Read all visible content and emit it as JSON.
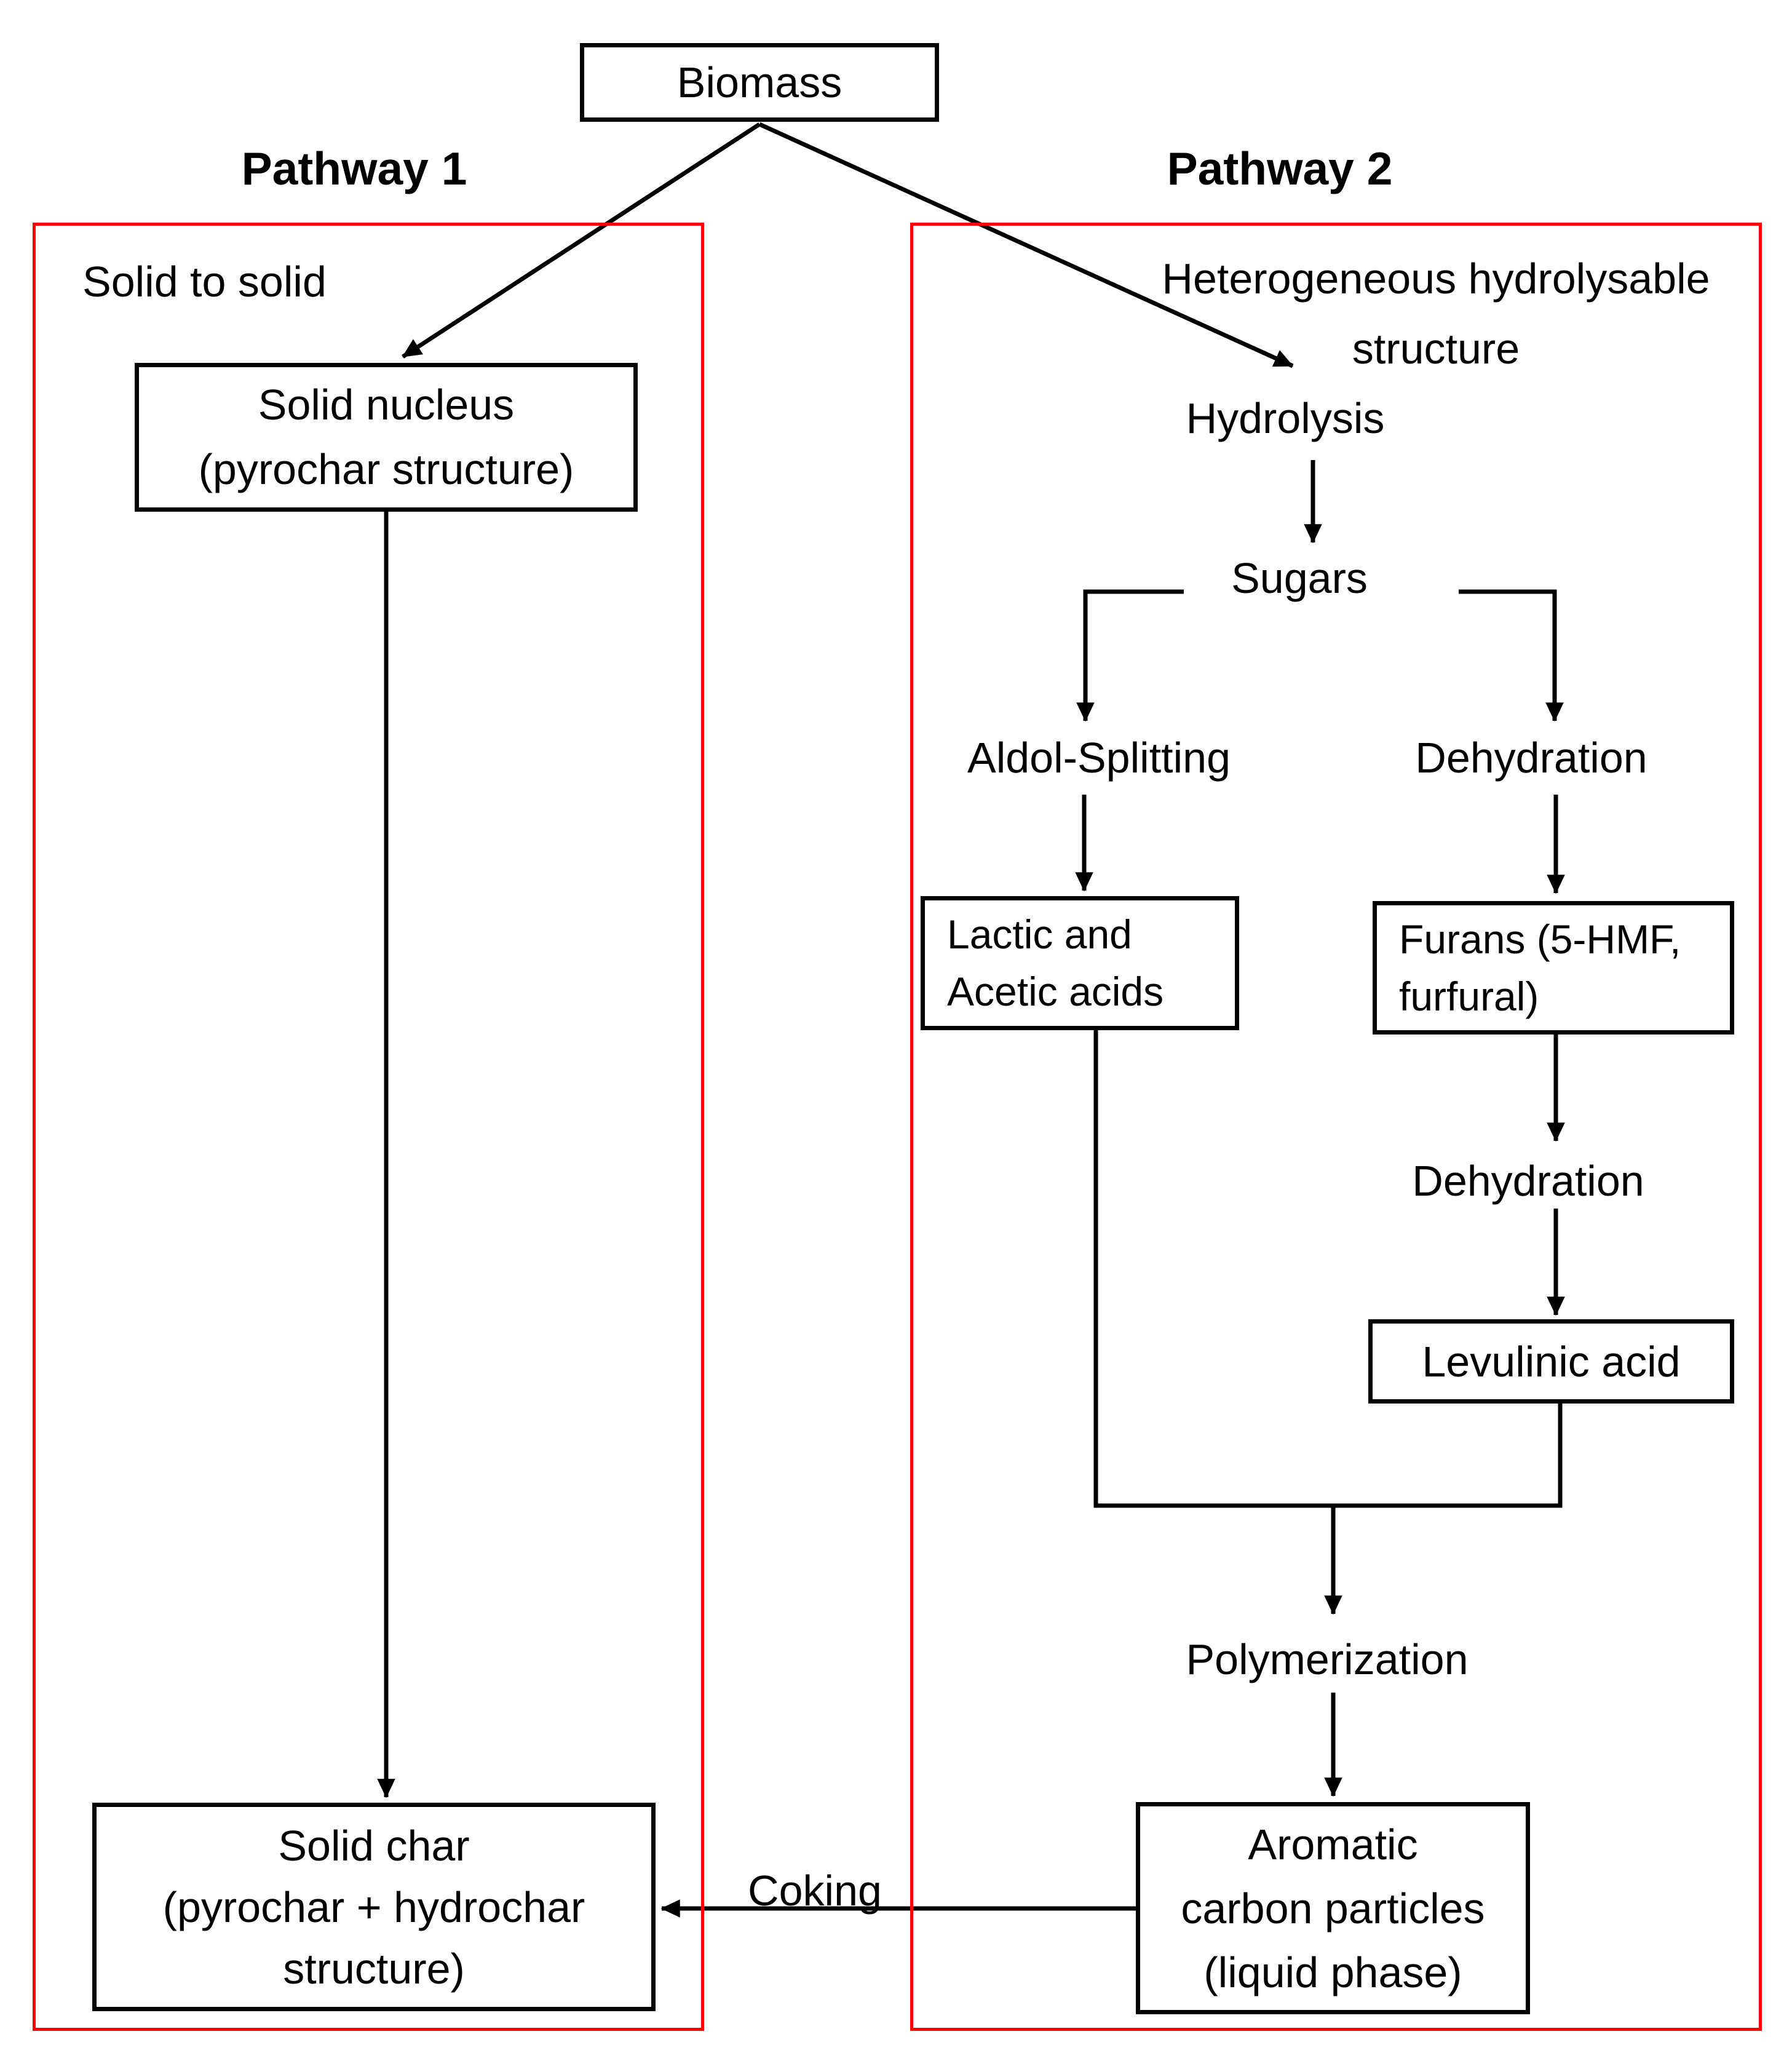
{
  "diagram": {
    "biomass": {
      "label": "Biomass"
    },
    "pathway1": {
      "title": "Pathway 1",
      "subtitle": "Solid to solid",
      "solid_nucleus": {
        "line1": "Solid nucleus",
        "line2": "(pyrochar structure)"
      },
      "solid_char": {
        "line1": "Solid char",
        "line2": "(pyrochar + hydrochar",
        "line3": "structure)"
      }
    },
    "pathway2": {
      "title": "Pathway 2",
      "subtitle": {
        "line1": "Heterogeneous hydrolysable",
        "line2": "structure"
      },
      "hydrolysis": "Hydrolysis",
      "sugars": "Sugars",
      "aldol_splitting": "Aldol-Splitting",
      "dehydration_1": "Dehydration",
      "lactic_acetic": {
        "line1": "Lactic and",
        "line2": "Acetic acids"
      },
      "furans": {
        "line1": "Furans (5-HMF,",
        "line2": "furfural)"
      },
      "dehydration_2": "Dehydration",
      "levulinic": "Levulinic acid",
      "polymerization": "Polymerization",
      "aromatic": {
        "line1": "Aromatic",
        "line2": "carbon particles",
        "line3": "(liquid phase)"
      }
    },
    "coking": "Coking",
    "colors": {
      "pathway_border": "#fe0000",
      "stroke": "#000000",
      "background": "#ffffff",
      "text": "#000000"
    }
  }
}
